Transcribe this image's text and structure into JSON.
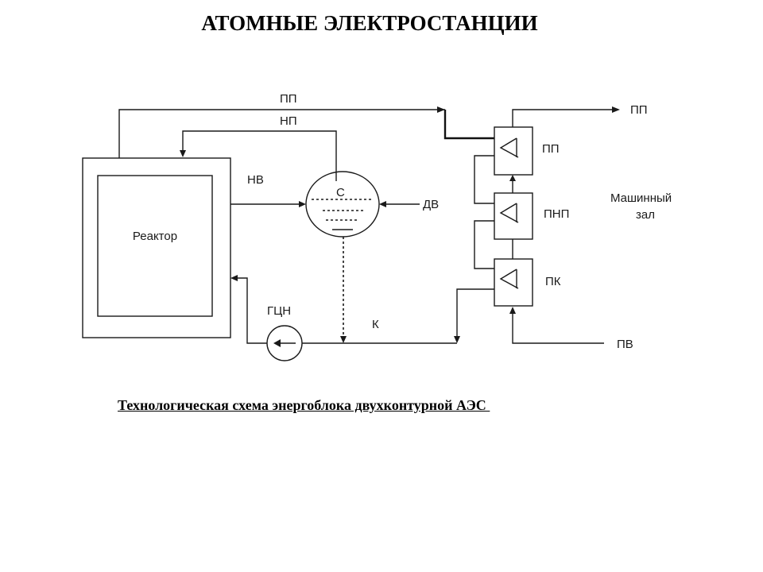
{
  "title": "АТОМНЫЕ ЭЛЕКТРОСТАНЦИИ",
  "caption": "Технологическая схема энергоблока двухконтурной АЭС ",
  "diagram": {
    "labels": {
      "reactor": "Реактор",
      "pp_top": "ПП",
      "np": "НП",
      "nv": "НВ",
      "separator": "С",
      "dv": "ДВ",
      "gcn": "ГЦН",
      "k": "К",
      "pp_out": "ПП",
      "pp_unit": "ПП",
      "pnp_unit": "ПНП",
      "pk_unit": "ПК",
      "machine_hall_1": "Машинный",
      "machine_hall_2": "зал",
      "pv": "ПВ"
    }
  }
}
